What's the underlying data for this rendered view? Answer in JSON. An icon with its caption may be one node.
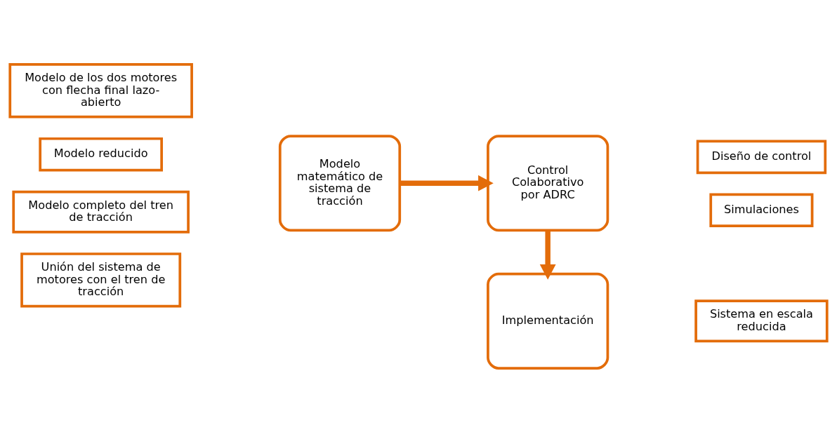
{
  "diagram": {
    "nodes": [
      {
        "text": [
          "Modelo de los dos motores con flecha final lazo-abierto"
        ]
      },
      {
        "text": [
          "Modelo reducido"
        ]
      },
      {
        "text": [
          "Modelo completo del tren de tracción"
        ]
      },
      {
        "text": [
          "Unión del sistema de motores con el tren de tracción"
        ]
      },
      {
        "text": [
          "Modelo matemático de sistema de tracción"
        ]
      },
      {
        "text": [
          "Control Colaborativo por ADRC"
        ]
      },
      {
        "text": [
          "Diseño de control"
        ]
      },
      {
        "text": [
          "Simulaciones"
        ]
      },
      {
        "text": [
          "Implementación"
        ]
      },
      {
        "text": [
          "Sistema en escala reducida"
        ]
      }
    ],
    "edges": [
      {
        "from": 4,
        "to": 5,
        "arrow": "to"
      },
      {
        "from": 5,
        "to": 8,
        "arrow": "to"
      }
    ]
  }
}
